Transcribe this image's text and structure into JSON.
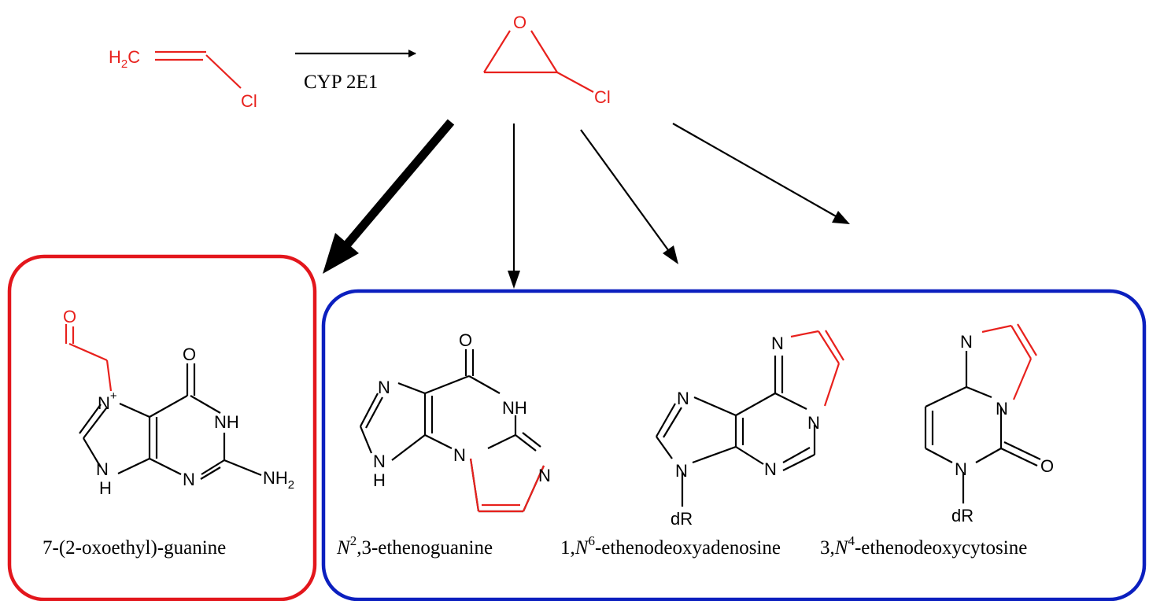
{
  "colors": {
    "highlight": "#e8211d",
    "bond": "#000000",
    "red_box": "#e3161c",
    "blue_box": "#0b1fbf"
  },
  "reaction": {
    "enzyme": "CYP 2E1"
  },
  "atoms": {
    "H": "H",
    "H2_sub": "2",
    "C": "C",
    "Cl": "Cl",
    "O": "O",
    "N": "N",
    "NH": "NH",
    "dR": "dR",
    "charge": "+"
  },
  "products": [
    {
      "id": "oxoethyl-guanine",
      "name": "7-(2-oxoethyl)-guanine",
      "group": "major"
    },
    {
      "id": "ethenoguanine",
      "name_italic": "N",
      "name_sup": "2",
      "name_rest": ",3-ethenoguanine",
      "group": "etheno"
    },
    {
      "id": "ethenodeoxyadenosine",
      "name_pre": "1,",
      "name_italic": "N",
      "name_sup": "6",
      "name_rest": "-ethenodeoxyadenosine",
      "group": "etheno"
    },
    {
      "id": "ethenodeoxycytosine",
      "name_pre": "3,",
      "name_italic": "N",
      "name_sup": "4",
      "name_rest": "-ethenodeoxycytosine",
      "group": "etheno"
    }
  ]
}
